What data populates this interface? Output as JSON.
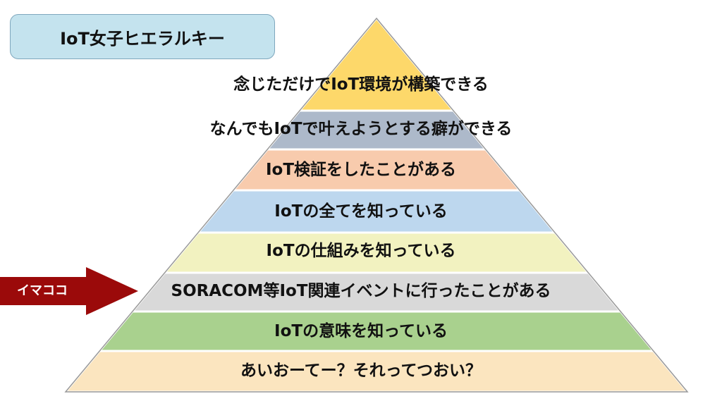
{
  "title": "IoT女子ヒエラルキー",
  "levels": [
    {
      "label": "念じただけでIoT環境が構築できる",
      "color": "#fdd86a"
    },
    {
      "label": "なんでもIoTで叶えようとする癖ができる",
      "color": "#adb9ca"
    },
    {
      "label": "IoT検証をしたことがある",
      "color": "#f8cbad"
    },
    {
      "label": "IoTの全てを知っている",
      "color": "#bdd7ee"
    },
    {
      "label": "IoTの仕組みを知っている",
      "color": "#f2f2c0"
    },
    {
      "label": "SORACOM等IoT関連イベントに行ったことがある",
      "color": "#d9d9d9"
    },
    {
      "label": "IoTの意味を知っている",
      "color": "#a9d18e"
    },
    {
      "label": "あいおーてー？それってつおい？",
      "color": "#fbe5bf"
    }
  ],
  "marker": {
    "label": "イマココ",
    "color": "#9b0a0a",
    "level_index": 5
  },
  "colors": {
    "outline": "#999999",
    "title_box": "#c4e3ee"
  }
}
